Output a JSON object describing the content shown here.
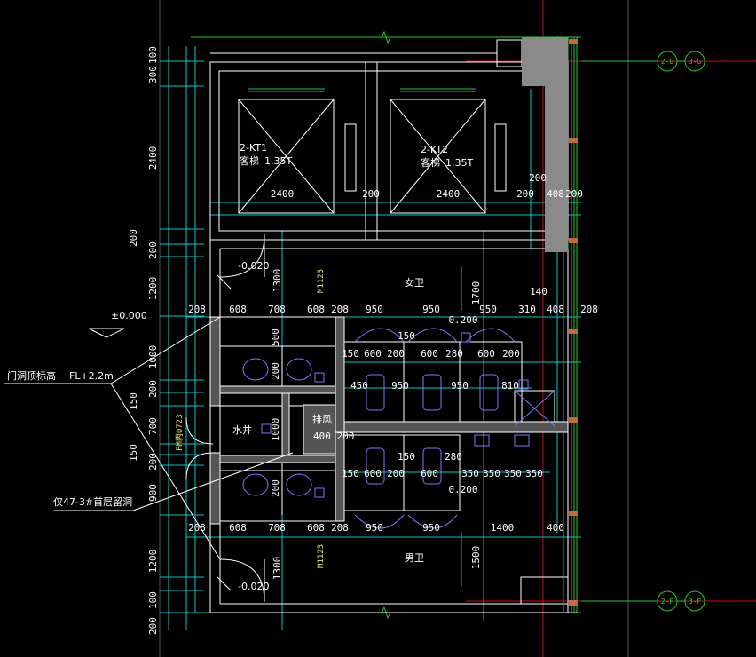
{
  "theme": {
    "background": "#000000",
    "wall": "#ffffff",
    "dimension_line": "#00c8c8",
    "axis_line": "#22cc22",
    "grid_red": "#cc1111",
    "fixture": "#7777ff",
    "annotation": "#ffffff",
    "tag_text": "#e8e86a",
    "hatch_fill": "#8a8a8a"
  },
  "elevators": [
    {
      "code": "2-KT1",
      "name": "客梯",
      "load": "1.35T"
    },
    {
      "code": "2-KT2",
      "name": "客梯",
      "load": "1.35T"
    }
  ],
  "rooms": {
    "women": "女卫",
    "men": "男卫",
    "water_well": "水井",
    "exhaust": "排风"
  },
  "level_marks": {
    "top": "-0.020",
    "bottom": "-0.020",
    "zero": "±0.000"
  },
  "notes": {
    "door_height": "门洞顶标高",
    "door_height_value": "FL+2.2m",
    "ref_note": "仅47-3#首层留洞"
  },
  "tags": {
    "door_top": "M1123",
    "door_bottom": "M1123",
    "fire_door": "FM丙0723"
  },
  "axis_bubbles": {
    "top": [
      "2-G",
      "3-G"
    ],
    "bottom": [
      "2-F",
      "3-F"
    ]
  },
  "dims": {
    "elev_top": [
      "2400",
      "200",
      "2400",
      "200",
      "408",
      "200"
    ],
    "elev_extra": "200",
    "women_row_a": [
      "208",
      "608",
      "708",
      "608",
      "208",
      "950",
      "950",
      "950",
      "310",
      "408",
      "208"
    ],
    "women_col_140": "140",
    "women_0200": "0.200",
    "women_150": "150",
    "women_row_b": [
      "150",
      "600",
      "200",
      "600",
      "280",
      "600",
      "200"
    ],
    "women_row_c": [
      "450",
      "950",
      "950",
      "810"
    ],
    "mid_400200": "400 200",
    "men_row_a": [
      "150",
      "600",
      "200",
      "600",
      "350",
      "350",
      "350",
      "350"
    ],
    "men_150": "150",
    "men_280": "280",
    "men_0200": "0.200",
    "men_row_b": [
      "208",
      "608",
      "708",
      "608",
      "208",
      "950",
      "950",
      "1400",
      "400"
    ],
    "left_vert": [
      "100",
      "300",
      "2400",
      "200",
      "200",
      "1200",
      "1000",
      "200",
      "150",
      "700",
      "150",
      "200",
      "900",
      "1200",
      "100",
      "200"
    ],
    "inner_vert": [
      "1300",
      "500",
      "200",
      "1000",
      "200",
      "1300",
      "1700",
      "1500"
    ]
  }
}
